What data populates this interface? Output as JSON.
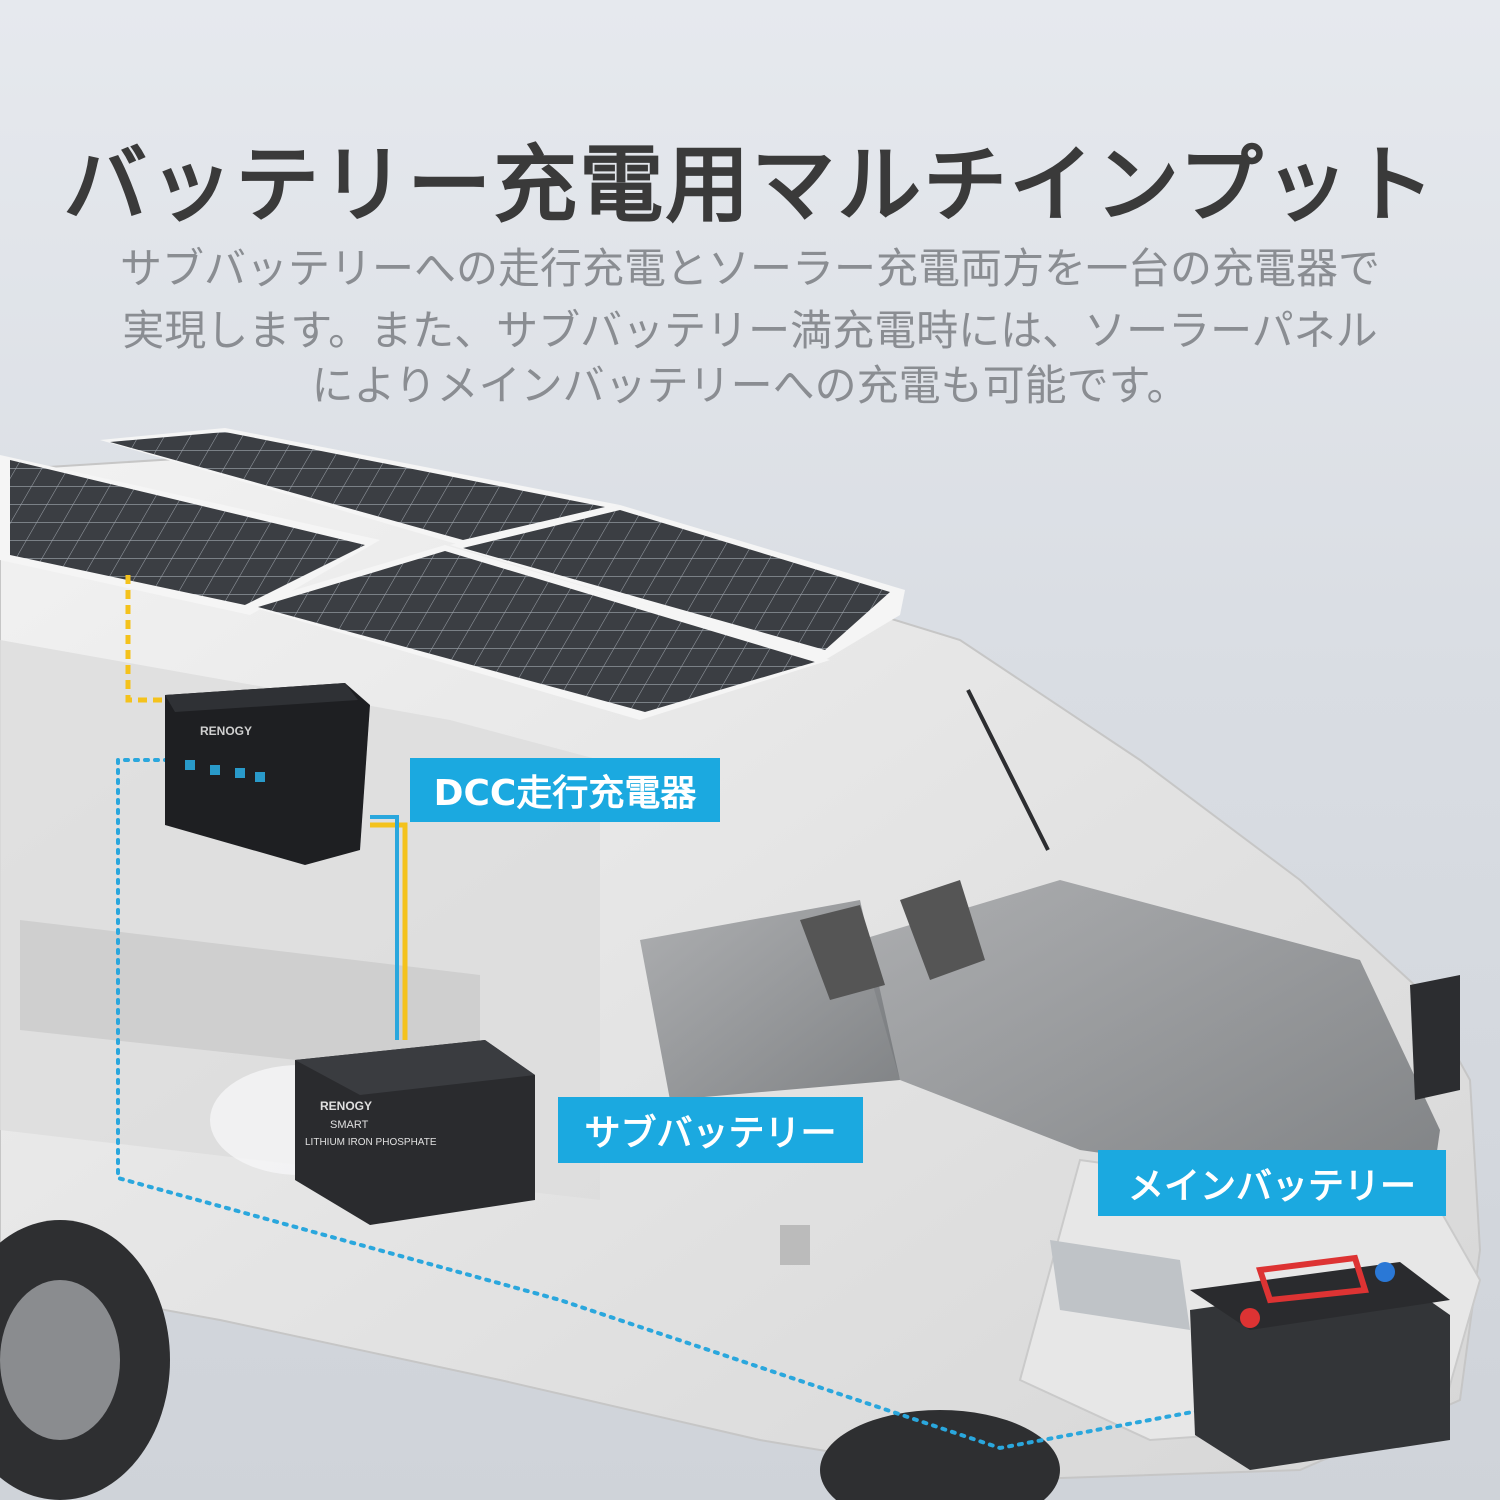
{
  "title": "バッテリー充電用マルチインプット",
  "description_lines": [
    "サブバッテリーへの走行充電とソーラー充電両方を一台の充電器で",
    "実現します。また、サブバッテリー満充電時には、ソーラーパネル",
    "によりメインバッテリーへの充電も可能です。"
  ],
  "labels": {
    "charger": "DCC走行充電器",
    "sub_battery": "サブバッテリー",
    "main_battery": "メインバッテリー"
  },
  "device_text": {
    "charger_brand": "RENOGY",
    "battery_brand": "RENOGY",
    "battery_line1": "SMART",
    "battery_line2": "LITHIUM IRON PHOSPHATE"
  },
  "colors": {
    "label_bg": "#1ba9e0",
    "solar_wire": "#f4c21c",
    "vehicle_wire": "#2aa7dd",
    "van_body": "#ececec",
    "panel": "#3a3d42"
  }
}
